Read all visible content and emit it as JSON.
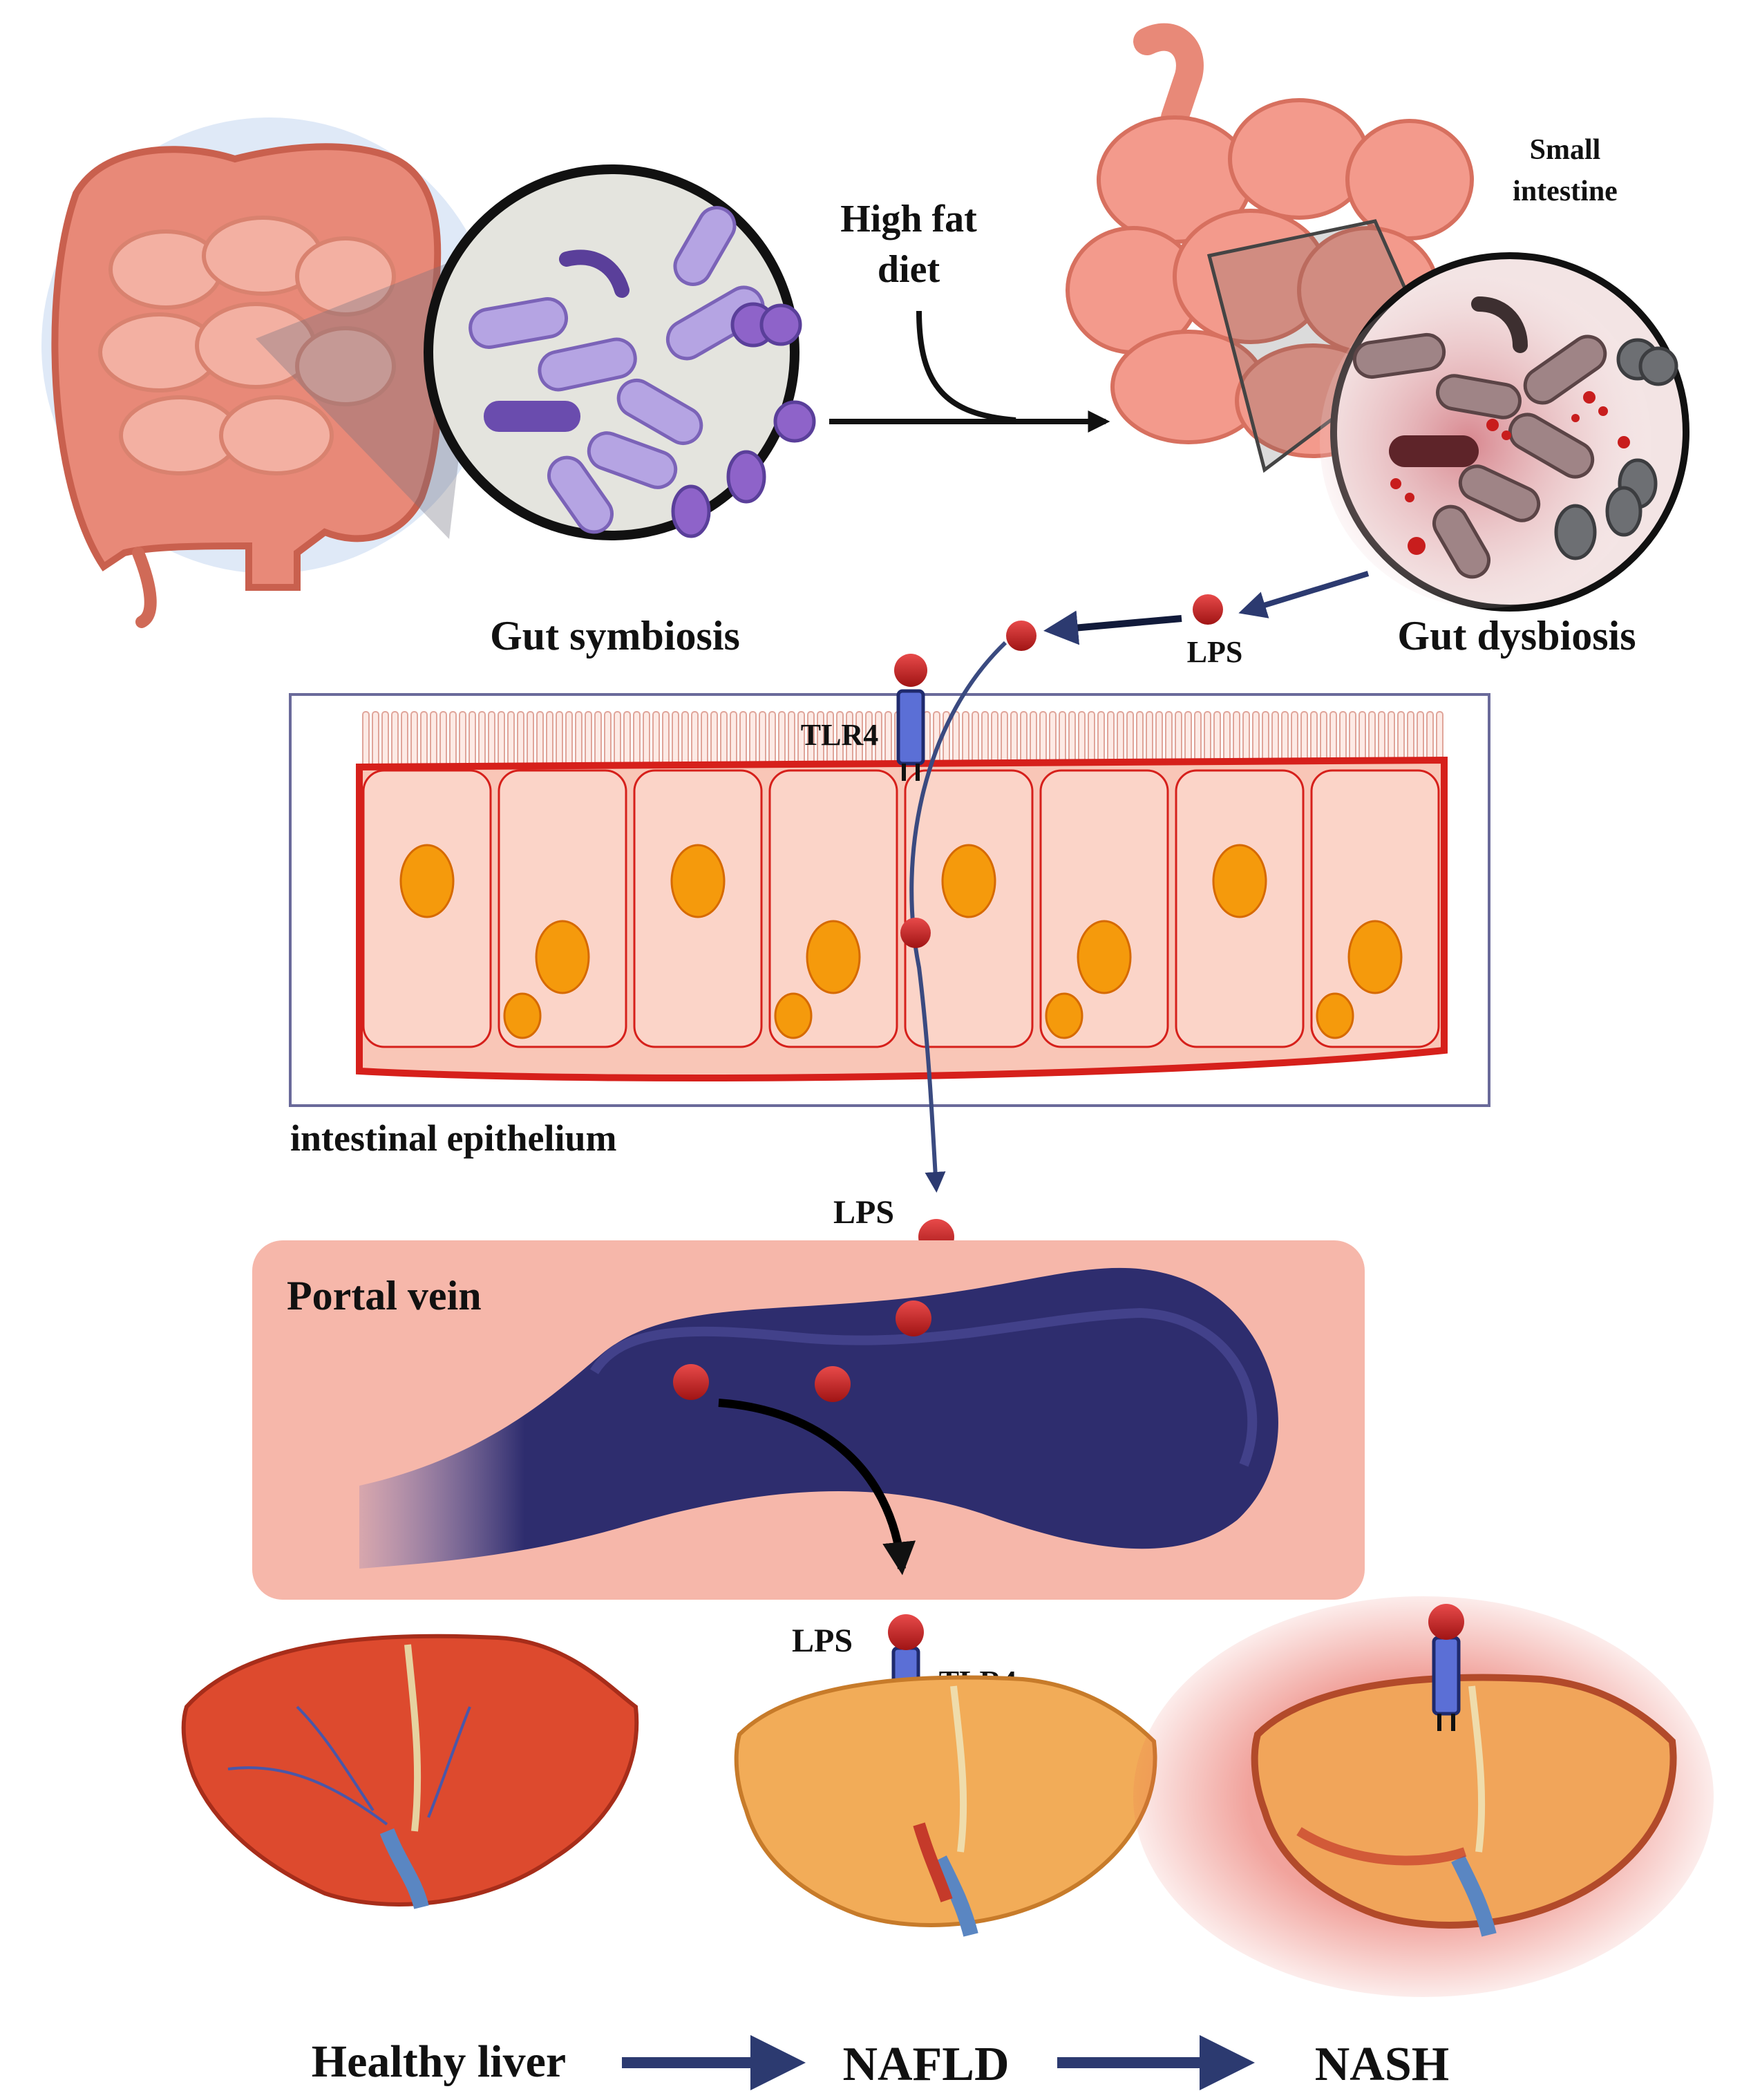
{
  "labels": {
    "high_fat_diet_line1": "High fat",
    "high_fat_diet_line2": "diet",
    "small_intestine_line1": "Small",
    "small_intestine_line2": "intestine",
    "gut_symbiosis": "Gut symbiosis",
    "gut_dysbiosis": "Gut dysbiosis",
    "lps_top": "LPS",
    "tlr4_epithelium": "TLR4",
    "intestinal_epithelium": "intestinal epithelium",
    "lps_below_epithelium": "LPS",
    "portal_vein": "Portal vein",
    "lps_liver": "LPS",
    "tlr4_liver": "TLR4",
    "healthy_liver": "Healthy liver",
    "nafld": "NAFLD",
    "nash": "NASH"
  },
  "colors": {
    "lps": "#c81d1d",
    "tlr4_receptor": "#5b6fd6",
    "arrow_navy": "#2c3a70",
    "epithelium_cell": "#f9c6b7",
    "nucleus": "#f59a0c",
    "portal_panel": "#f6b7aa",
    "portal_vein": "#2e2d6e",
    "healthy_liver": "#dd4a2e",
    "fatty_liver": "#f2ac58",
    "nash_glow": "#e6584c",
    "bacteria_healthy": "#a791d8",
    "bacteria_dysbiotic": "#8a6a6e"
  }
}
